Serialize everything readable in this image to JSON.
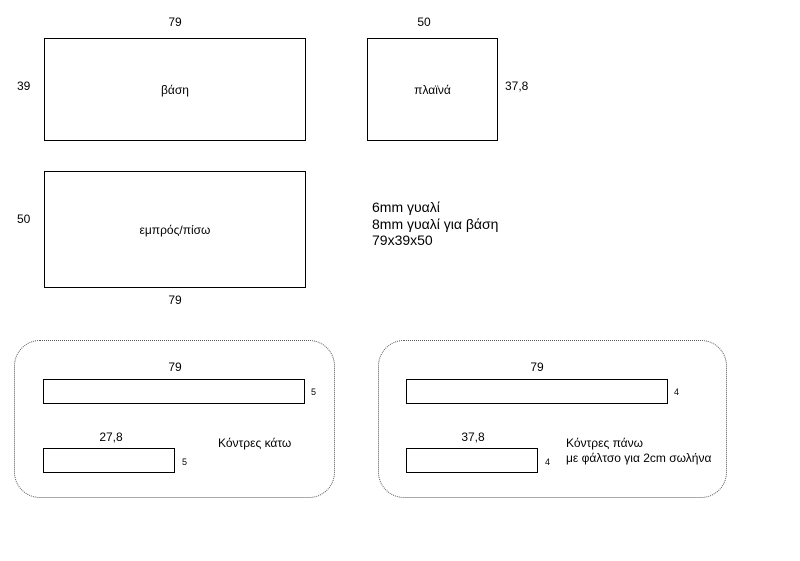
{
  "panels": {
    "base": {
      "label": "βάση",
      "width": "79",
      "height": "39"
    },
    "sides": {
      "label": "πλαϊνά",
      "width": "50",
      "height": "37,8"
    },
    "front_back": {
      "label": "εμπρός/πίσω",
      "width": "79",
      "height": "50"
    }
  },
  "notes": [
    "6mm γυαλί",
    "8mm γυαλί για βάση",
    "79x39x50"
  ],
  "bottom_strips": {
    "caption": "Κόντρες κάτω",
    "long": {
      "length": "79",
      "height": "5"
    },
    "short": {
      "length": "27,8",
      "height": "5"
    }
  },
  "top_strips": {
    "caption_line1": "Κόντρες πάνω",
    "caption_line2": "με φάλτσο για 2cm σωλήνα",
    "long": {
      "length": "79",
      "height": "4"
    },
    "short": {
      "length": "37,8",
      "height": "4"
    }
  }
}
